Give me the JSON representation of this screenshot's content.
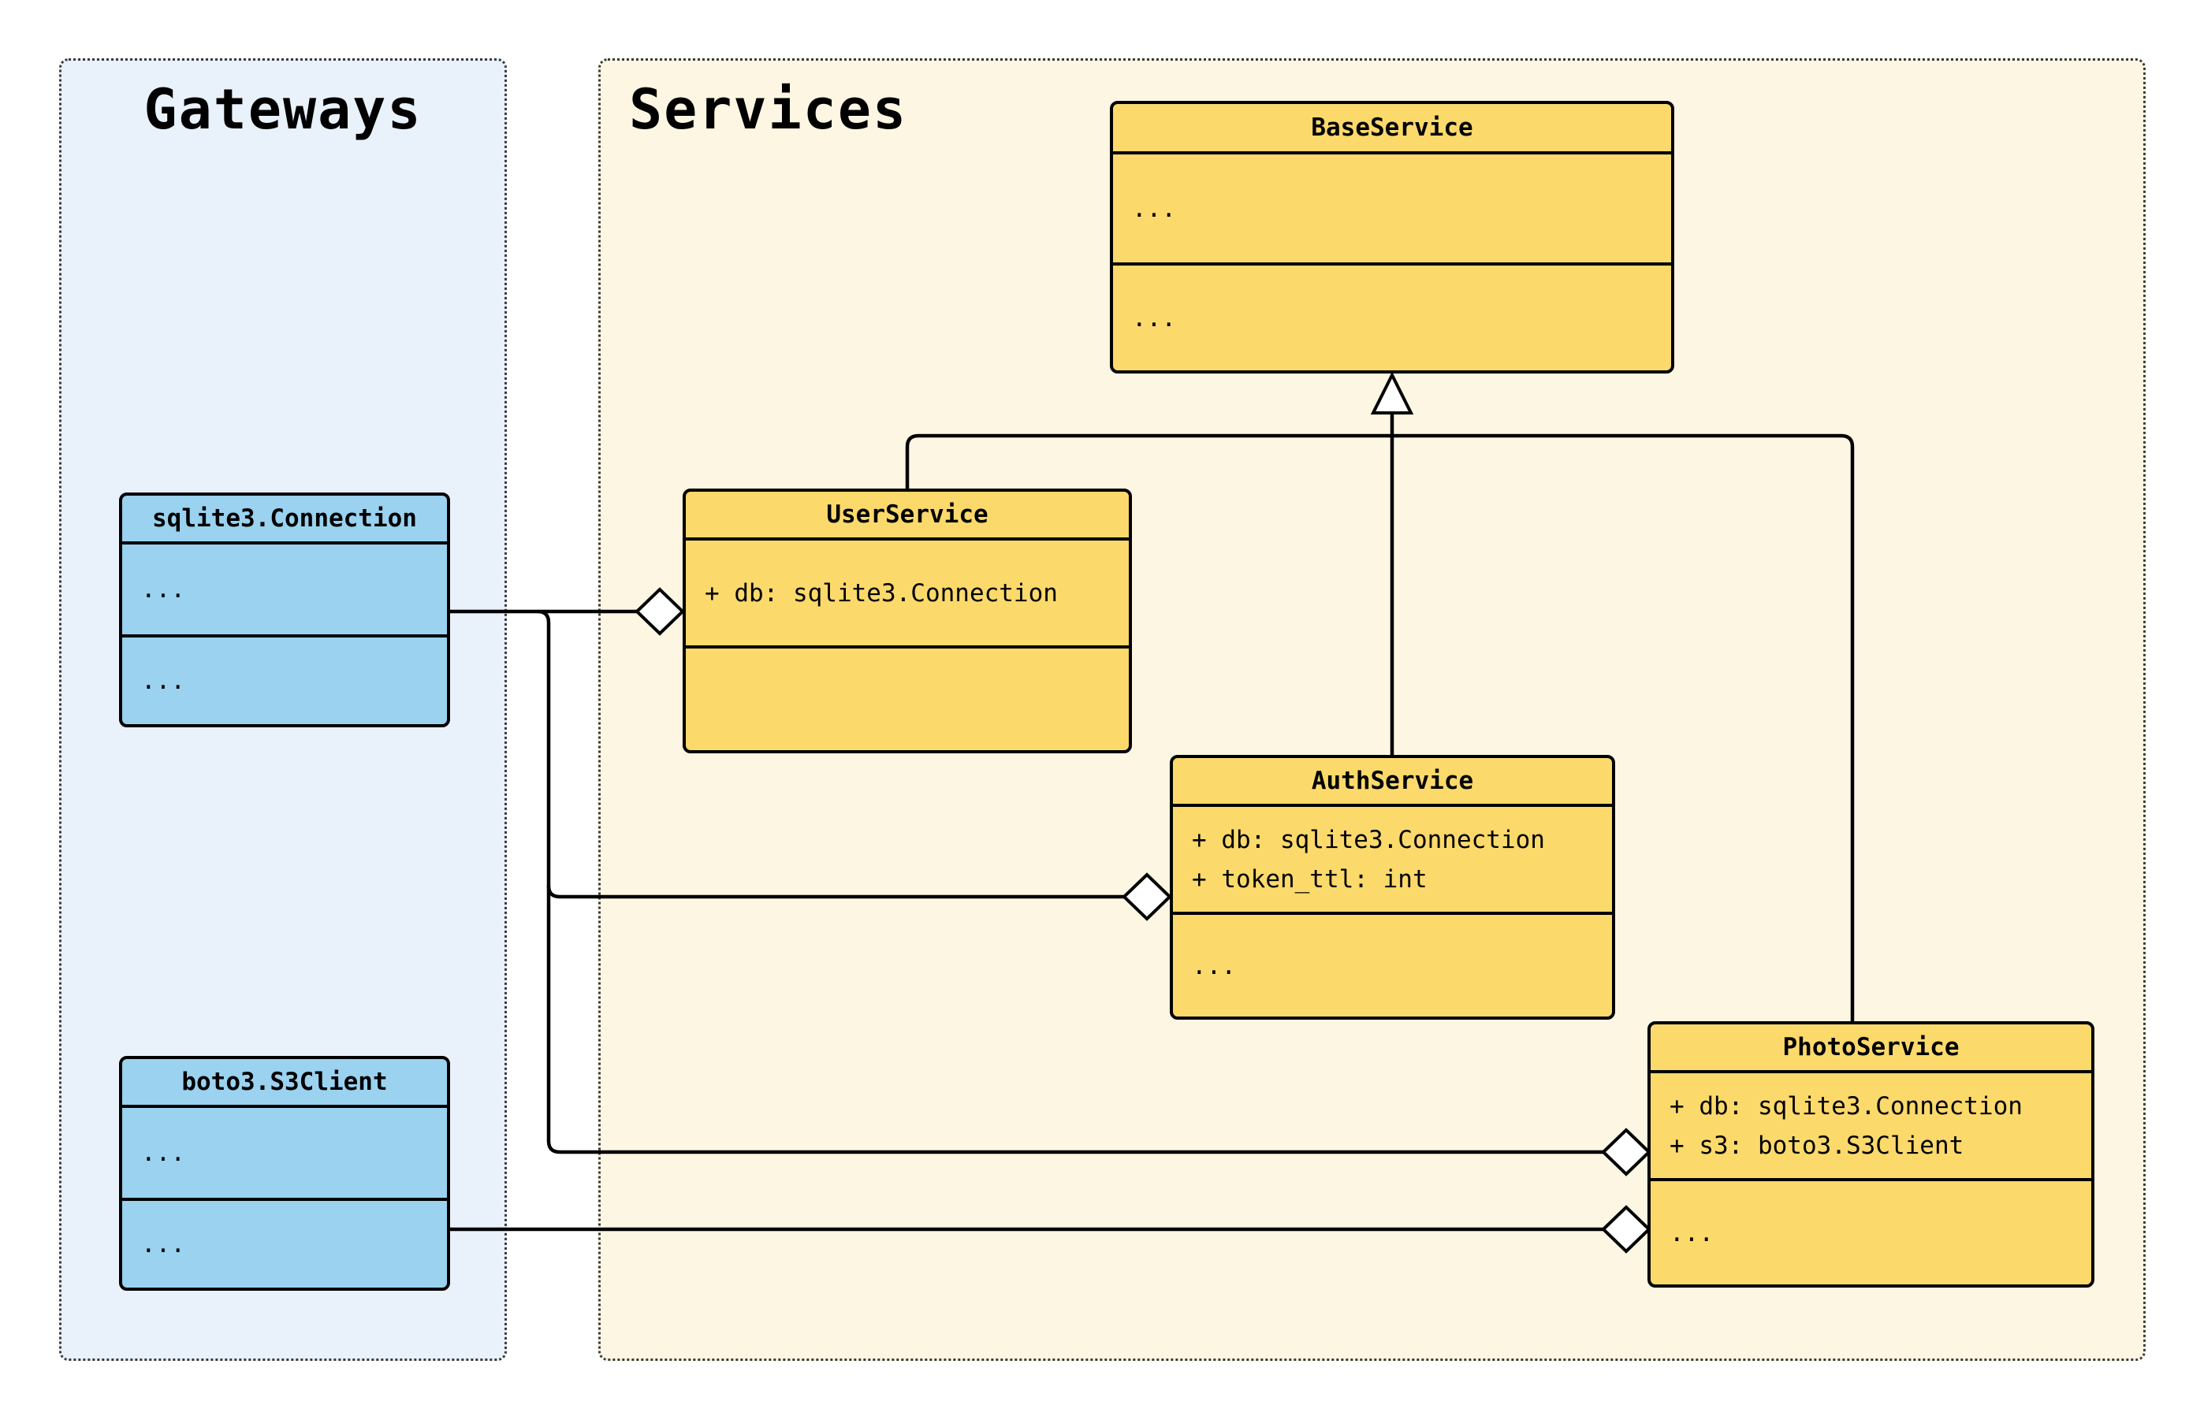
{
  "diagram": {
    "type": "uml-class-diagram",
    "background": "#ffffff"
  },
  "colors": {
    "service_fill": "#fbd96b",
    "gateway_fill": "#9ad2f0",
    "services_group_bg": "#fdf6e2",
    "gateways_group_bg": "#e9f1fa",
    "stroke": "#000000",
    "group_border": "#3a3a3a"
  },
  "groups": [
    {
      "id": "gateways",
      "title": "Gateways"
    },
    {
      "id": "services",
      "title": "Services"
    }
  ],
  "classes": [
    {
      "name": "BaseService",
      "group": "services",
      "attributes": [
        "..."
      ],
      "methods": [
        "..."
      ]
    },
    {
      "name": "UserService",
      "group": "services",
      "attributes": [
        "+ db: sqlite3.Connection"
      ],
      "methods": []
    },
    {
      "name": "AuthService",
      "group": "services",
      "attributes": [
        "+ db: sqlite3.Connection",
        "+ token_ttl: int"
      ],
      "methods": [
        "..."
      ]
    },
    {
      "name": "PhotoService",
      "group": "services",
      "attributes": [
        "+ db: sqlite3.Connection",
        "+ s3: boto3.S3Client"
      ],
      "methods": [
        "..."
      ]
    },
    {
      "name": "sqlite3.Connection",
      "group": "gateways",
      "attributes": [
        "..."
      ],
      "methods": [
        "..."
      ]
    },
    {
      "name": "boto3.S3Client",
      "group": "gateways",
      "attributes": [
        "..."
      ],
      "methods": [
        "..."
      ]
    }
  ],
  "relationships": [
    {
      "type": "inheritance",
      "from": "UserService",
      "to": "BaseService",
      "marker": "hollow-triangle"
    },
    {
      "type": "inheritance",
      "from": "AuthService",
      "to": "BaseService",
      "marker": "hollow-triangle"
    },
    {
      "type": "inheritance",
      "from": "PhotoService",
      "to": "BaseService",
      "marker": "hollow-triangle"
    },
    {
      "type": "aggregation",
      "from": "sqlite3.Connection",
      "to": "UserService",
      "marker": "hollow-diamond"
    },
    {
      "type": "aggregation",
      "from": "sqlite3.Connection",
      "to": "AuthService",
      "marker": "hollow-diamond"
    },
    {
      "type": "aggregation",
      "from": "sqlite3.Connection",
      "to": "PhotoService",
      "marker": "hollow-diamond"
    },
    {
      "type": "aggregation",
      "from": "boto3.S3Client",
      "to": "PhotoService",
      "marker": "hollow-diamond"
    }
  ]
}
